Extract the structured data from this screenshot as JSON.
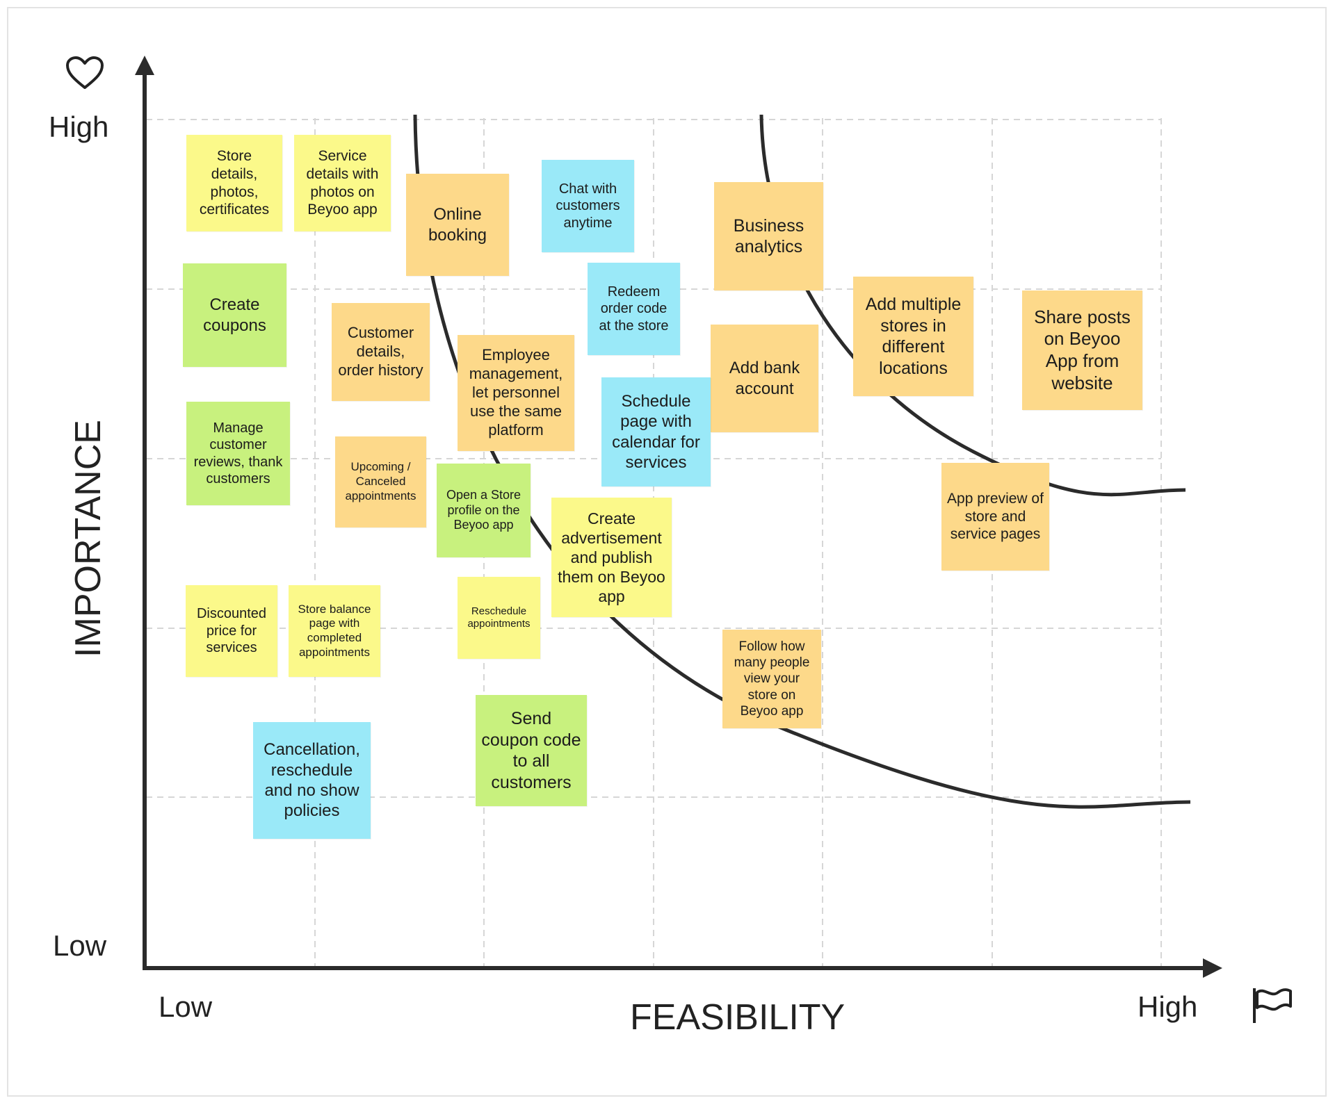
{
  "colors": {
    "yellow": "#fbf98a",
    "orange": "#fdd98a",
    "green": "#c8f17e",
    "blue": "#9ae9f8",
    "axis": "#2b2b2b",
    "grid": "#d6d6d6"
  },
  "axes": {
    "y_label": "IMPORTANCE",
    "y_high": "High",
    "y_low": "Low",
    "x_label": "FEASIBILITY",
    "x_low": "Low",
    "x_high": "High",
    "y_icon": "heart-icon",
    "x_icon": "flag-icon"
  },
  "notes": [
    {
      "id": "store-details",
      "text": "Store details, photos, certificates",
      "color": "yellow"
    },
    {
      "id": "service-details",
      "text": "Service details with photos on Beyoo app",
      "color": "yellow"
    },
    {
      "id": "online-booking",
      "text": "Online booking",
      "color": "orange"
    },
    {
      "id": "chat-with-customers",
      "text": "Chat with customers anytime",
      "color": "blue"
    },
    {
      "id": "business-analytics",
      "text": "Business analytics",
      "color": "orange"
    },
    {
      "id": "create-coupons",
      "text": "Create coupons",
      "color": "green"
    },
    {
      "id": "customer-details",
      "text": "Customer details, order history",
      "color": "orange"
    },
    {
      "id": "redeem-order-code",
      "text": "Redeem order code at the store",
      "color": "blue"
    },
    {
      "id": "employee-management",
      "text": "Employee management, let personnel use the same platform",
      "color": "orange"
    },
    {
      "id": "add-bank-account",
      "text": "Add bank account",
      "color": "orange"
    },
    {
      "id": "add-multiple-stores",
      "text": "Add multiple stores in different locations",
      "color": "orange"
    },
    {
      "id": "share-posts",
      "text": "Share posts on Beyoo App from website",
      "color": "orange"
    },
    {
      "id": "manage-reviews",
      "text": "Manage customer reviews, thank customers",
      "color": "green"
    },
    {
      "id": "upcoming-canceled",
      "text": "Upcoming / Canceled appointments",
      "color": "orange"
    },
    {
      "id": "schedule-page",
      "text": "Schedule page with calendar for services",
      "color": "blue"
    },
    {
      "id": "open-store-profile",
      "text": "Open a Store profile on the Beyoo app",
      "color": "green"
    },
    {
      "id": "create-advertisement",
      "text": "Create advertisement and publish them on Beyoo app",
      "color": "yellow"
    },
    {
      "id": "app-preview",
      "text": "App preview of store and service pages",
      "color": "orange"
    },
    {
      "id": "discounted-price",
      "text": "Discounted price for services",
      "color": "yellow"
    },
    {
      "id": "store-balance",
      "text": "Store balance page with completed appointments",
      "color": "yellow"
    },
    {
      "id": "reschedule-appointments",
      "text": "Reschedule appointments",
      "color": "yellow"
    },
    {
      "id": "follow-views",
      "text": "Follow how many people view your store on Beyoo app",
      "color": "orange"
    },
    {
      "id": "send-coupon-code",
      "text": "Send coupon code to all customers",
      "color": "green"
    },
    {
      "id": "cancellation-policies",
      "text": "Cancellation, reschedule and no show policies",
      "color": "blue"
    }
  ]
}
